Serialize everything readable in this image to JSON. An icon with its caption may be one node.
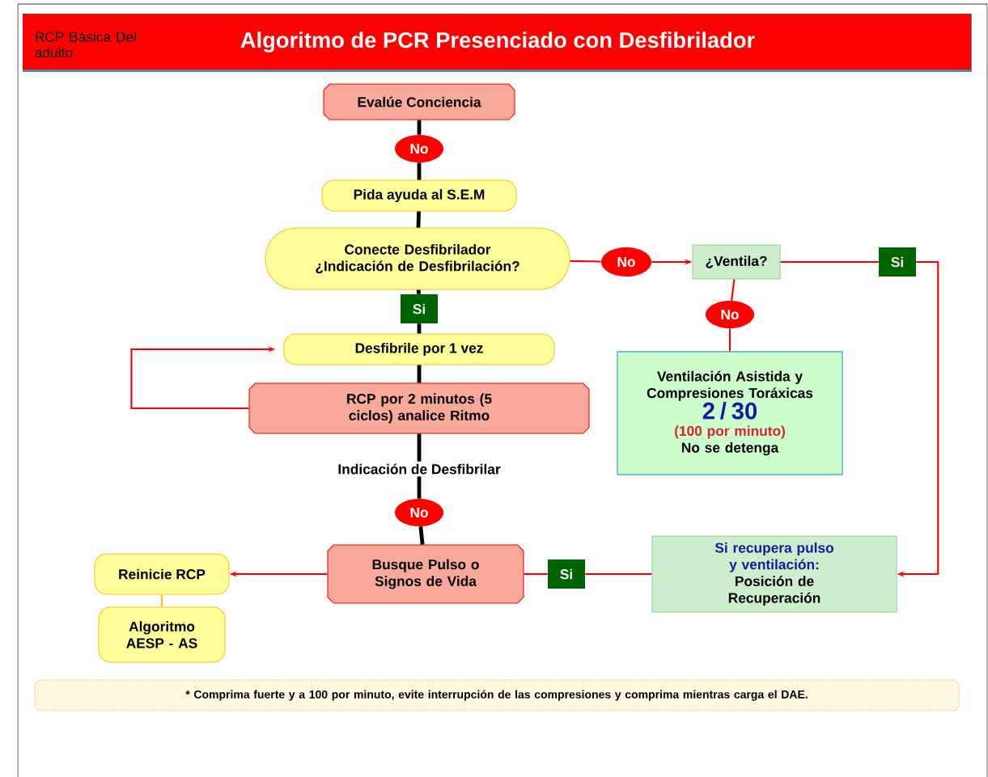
{
  "diagram": {
    "title": "Algoritmo de PCR  Presenciado con Desfibrilador",
    "labels": [
      "RCP Básica Del adulto"
    ],
    "nodes": [
      {
        "text": [
          "Evalúe Conciencia"
        ]
      },
      {
        "text": [
          "No"
        ]
      },
      {
        "text": [
          "Pida ayuda al S.E.M"
        ]
      },
      {
        "text": [
          "Conecte Desfibrilador ¿Indicación de Desfibrilación?"
        ]
      },
      {
        "text": [
          "Si"
        ]
      },
      {
        "text": [
          "Desfibrile por 1 vez"
        ]
      },
      {
        "text": [
          "RCP por 2 minutos (5 ciclos) analice Ritmo"
        ]
      },
      {
        "text": [
          "Indicación de Desfibrilar"
        ]
      },
      {
        "text": [
          "No"
        ]
      },
      {
        "text": [
          "Busque Pulso o Signos de Vida"
        ]
      },
      {
        "text": [
          "Reinicie RCP"
        ]
      },
      {
        "text": [
          "Algoritmo AESP - AS"
        ]
      },
      {
        "text": [
          "No"
        ]
      },
      {
        "text": [
          "¿Ventila?"
        ]
      },
      {
        "text": [
          "Si"
        ]
      },
      {
        "text": [
          "No"
        ]
      },
      {
        "text": [
          "Ventilación Asistida y Compresiones Toráxicas",
          "2 / 30",
          "(100 por minuto)",
          "No se detenga"
        ]
      },
      {
        "text": [
          "Si recupera pulso y ventilación:",
          "Posición de Recuperación"
        ]
      },
      {
        "text": [
          "Si"
        ]
      },
      {
        "text": [
          "* Comprima fuerte y a 100 por minuto, evite interrupción de las compresiones y comprima mientras carga el DAE."
        ]
      }
    ],
    "edges": [
      {
        "from": 0,
        "to": 1,
        "arrow": "none",
        "style": "thick",
        "color": "#000000"
      },
      {
        "from": 1,
        "to": 2,
        "arrow": "none",
        "style": "thick",
        "color": "#000000"
      },
      {
        "from": 2,
        "to": 3,
        "arrow": "none",
        "style": "thick",
        "color": "#000000"
      },
      {
        "from": 3,
        "to": 4,
        "arrow": "none",
        "style": "thick",
        "color": "#000000"
      },
      {
        "from": 4,
        "to": 5,
        "arrow": "none",
        "style": "thick",
        "color": "#000000"
      },
      {
        "from": 5,
        "to": 6,
        "arrow": "none",
        "style": "thick",
        "color": "#000000"
      },
      {
        "from": 6,
        "to": 7,
        "arrow": "none",
        "style": "thick",
        "color": "#000000"
      },
      {
        "from": 7,
        "to": 8,
        "arrow": "none",
        "style": "thick",
        "color": "#000000"
      },
      {
        "from": 8,
        "to": 9,
        "arrow": "none",
        "style": "thick",
        "color": "#000000"
      },
      {
        "from": 6,
        "to": 5,
        "arrow": "to"
      },
      {
        "from": 3,
        "to": 12,
        "arrow": "none"
      },
      {
        "from": 12,
        "to": 13,
        "arrow": "to"
      },
      {
        "from": 13,
        "to": 14,
        "arrow": "none"
      },
      {
        "from": 14,
        "to": 17,
        "arrow": "to"
      },
      {
        "from": 13,
        "to": 15,
        "arrow": "none"
      },
      {
        "from": 15,
        "to": 16,
        "arrow": "none"
      },
      {
        "from": 17,
        "to": 18,
        "arrow": "none"
      },
      {
        "from": 18,
        "to": 9,
        "arrow": "none"
      },
      {
        "from": 9,
        "to": 10,
        "arrow": "to"
      },
      {
        "from": 10,
        "to": 11,
        "arrow": "none",
        "color": "#f5c518"
      }
    ]
  }
}
